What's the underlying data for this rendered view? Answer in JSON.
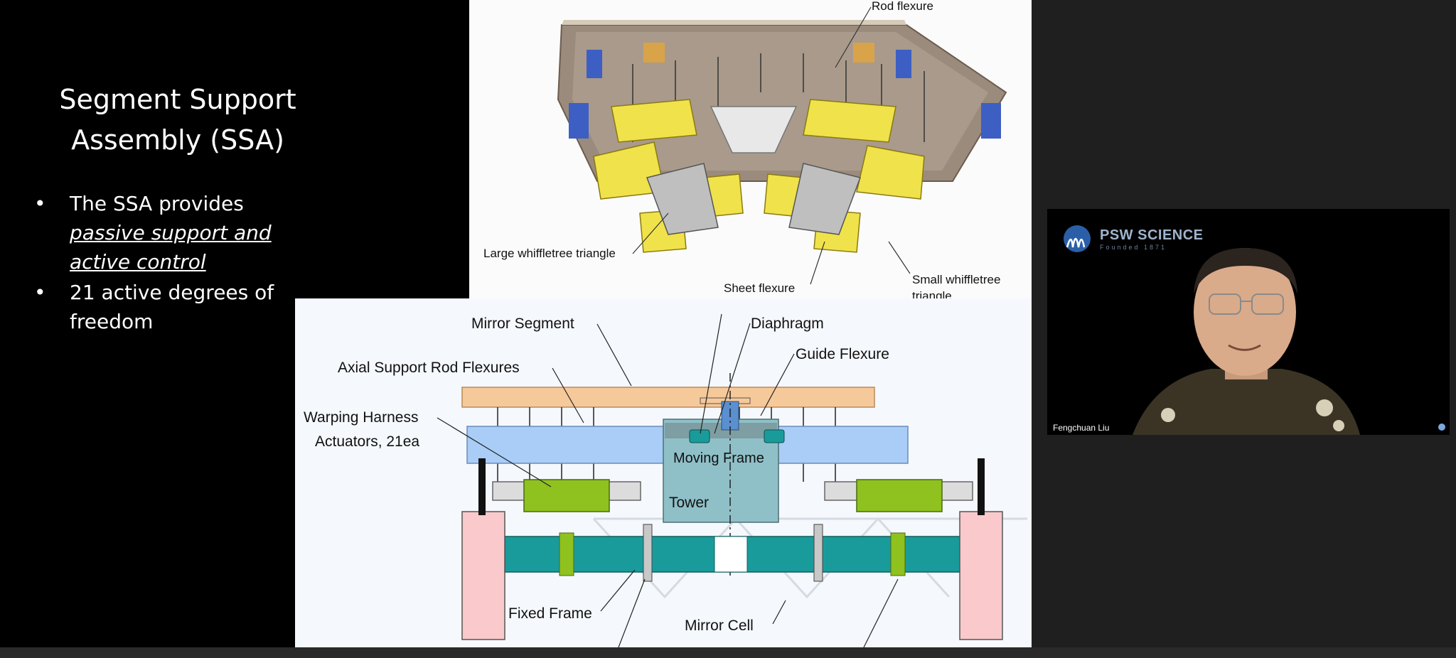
{
  "slide": {
    "title_line1": "Segment Support",
    "title_line2": "Assembly (SSA)",
    "bullets": [
      {
        "marker": "•",
        "text": "The SSA provides",
        "emph_line1": "passive support and",
        "emph_line2": "active control"
      },
      {
        "marker": "•",
        "text_line1": "21 active degrees of",
        "text_line2": "freedom"
      }
    ]
  },
  "top_figure": {
    "labels": {
      "rod_flexure": "Rod flexure",
      "large_whiffletree": "Large whiffletree triangle",
      "sheet_flexure": "Sheet flexure",
      "small_whiffletree_1": "Small whiffletree",
      "small_whiffletree_2": "triangle"
    }
  },
  "bottom_figure": {
    "labels": {
      "mirror_segment": "Mirror Segment",
      "diaphragm": "Diaphragm",
      "guide_flexure": "Guide Flexure",
      "axial_support": "Axial Support Rod Flexures",
      "warping_1": "Warping Harness",
      "warping_2": "Actuators, 21ea",
      "moving_frame": "Moving Frame",
      "tower": "Tower",
      "fixed_frame": "Fixed Frame",
      "mirror_cell": "Mirror Cell"
    }
  },
  "video": {
    "participant_name": "Fengchuan Liu",
    "brand_name": "PSW SCIENCE",
    "brand_tagline": "Founded 1871"
  },
  "colors": {
    "slide_bg": "#000000",
    "app_bg": "#1f1f1f",
    "mirror_segment": "#f6c99a",
    "moving_frame": "#a9cdf6",
    "fixed_frame": "#1a9b9b",
    "tower": "#8fc0c8",
    "pedestal": "#f9c9cc",
    "actuator_green": "#8fc11f"
  }
}
